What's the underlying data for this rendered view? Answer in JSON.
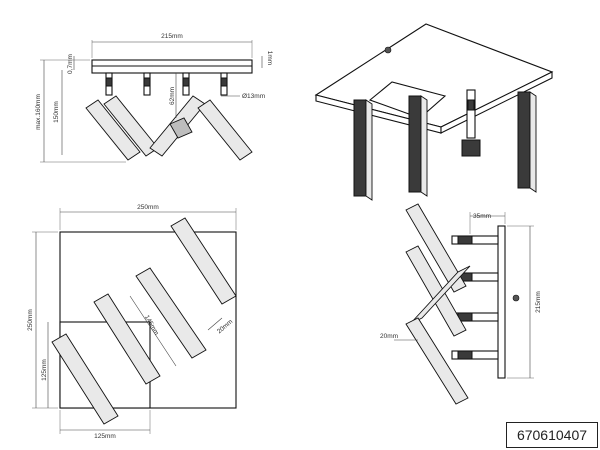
{
  "model_number": "670610407",
  "front_view": {
    "width": "215mm",
    "plate_thickness": "0,7mm",
    "gap": "1mm",
    "max_height": "max.160mm",
    "height": "150mm",
    "arm_height": "62mm",
    "diameter": "Ø13mm"
  },
  "top_view": {
    "width": "250mm",
    "height": "250mm",
    "inner_width": "125mm",
    "inner_height": "125mm",
    "bar_length": "145mm",
    "bar_width": "20mm"
  },
  "side_view": {
    "depth": "35mm",
    "height": "215mm",
    "bar_width": "20mm"
  }
}
